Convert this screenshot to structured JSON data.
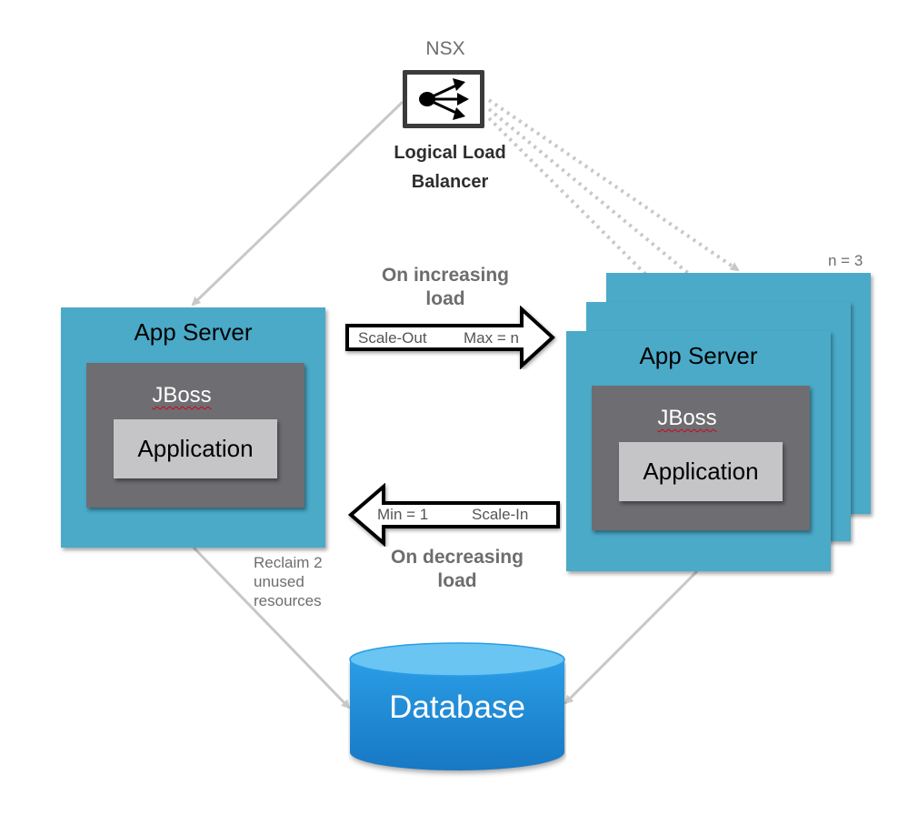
{
  "load_balancer": {
    "vendor": "NSX",
    "label_line1": "Logical Load",
    "label_line2": "Balancer",
    "icon": "load-balancer-distribute-icon"
  },
  "scale_out": {
    "caption_line1": "On increasing",
    "caption_line2": "load",
    "arrow_left_text": "Scale-Out",
    "arrow_right_text": "Max = n",
    "direction": "right"
  },
  "scale_in": {
    "caption_line1": "On decreasing",
    "caption_line2": "load",
    "arrow_left_text": "Min = 1",
    "arrow_right_text": "Scale-In",
    "direction": "left"
  },
  "left_server": {
    "title": "App Server",
    "middleware": "JBoss",
    "application": "Application"
  },
  "right_server": {
    "title": "App Server",
    "middleware": "JBoss",
    "application": "Application",
    "instance_count_label": "n = 3"
  },
  "reclaim_note": {
    "line1": "Reclaim 2",
    "line2": "unused",
    "line3": "resources"
  },
  "database": {
    "label": "Database"
  },
  "colors": {
    "server_fill": "#4aaac8",
    "jboss_fill": "#6e6d71",
    "app_fill": "#c5c5c7",
    "connector": "#c8c8c8",
    "db_top": "#6ac5f2",
    "db_body": "#1c8ed8"
  }
}
